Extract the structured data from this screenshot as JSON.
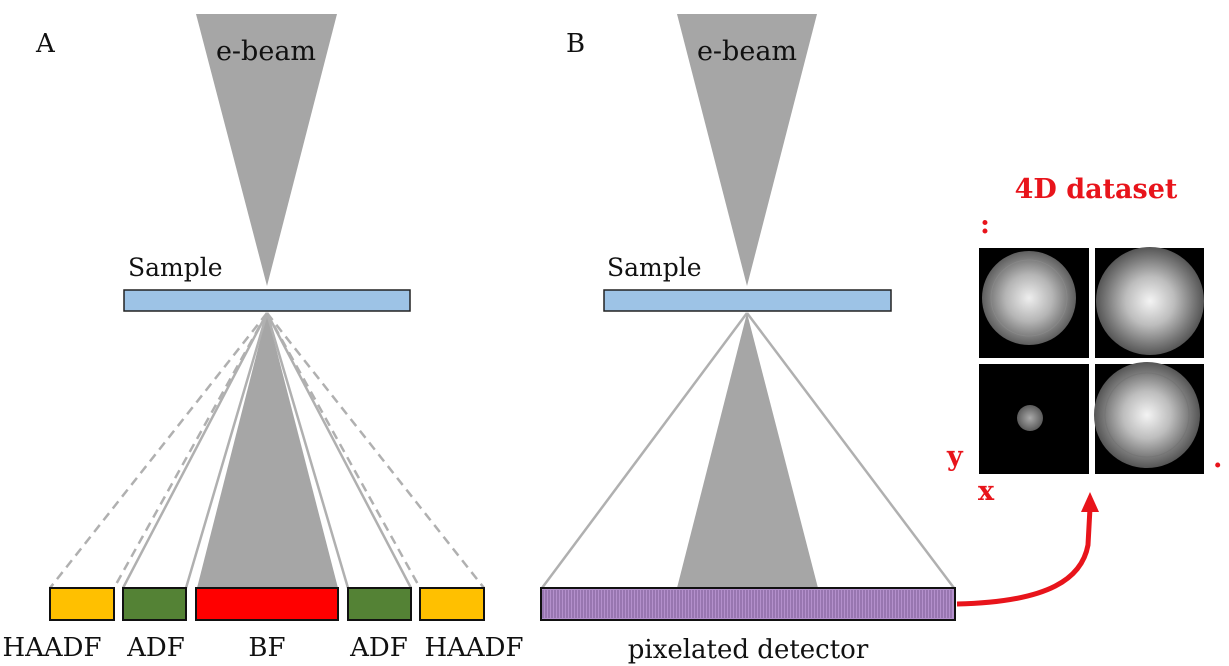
{
  "panel_a": {
    "label": "A",
    "beam_label": "e-beam",
    "sample_label": "Sample",
    "detectors": [
      "HAADF",
      "ADF",
      "BF",
      "ADF",
      "HAADF"
    ]
  },
  "panel_b": {
    "label": "B",
    "beam_label": "e-beam",
    "sample_label": "Sample",
    "detector_label": "pixelated detector"
  },
  "dataset": {
    "title": "4D dataset",
    "dots_top": ":",
    "y_label": "y",
    "x_label": "x",
    "dot_right": "."
  },
  "colors": {
    "beam": "#a6a6a6",
    "sample": "#9dc3e6",
    "haadf": "#ffc000",
    "adf": "#548235",
    "bf": "#ff0000",
    "pixelated": "#b490cc",
    "accent": "#e8141b"
  }
}
